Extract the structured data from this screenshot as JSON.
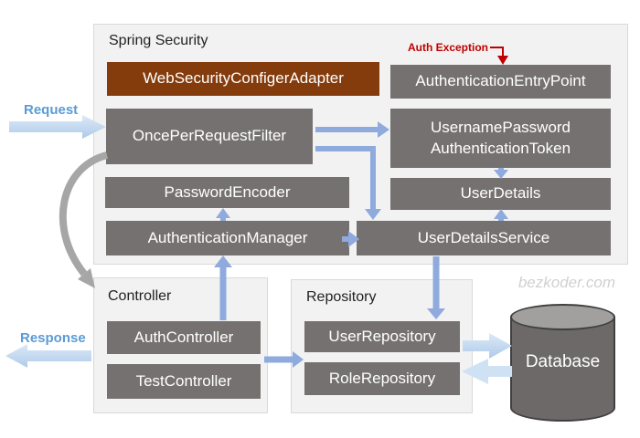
{
  "labels": {
    "request": "Request",
    "response": "Response"
  },
  "spring_security": {
    "title": "Spring Security",
    "auth_exception": "Auth Exception",
    "nodes": {
      "web_security_configer_adapter": "WebSecurityConfigerAdapter",
      "authentication_entry_point": "AuthenticationEntryPoint",
      "once_per_request_filter": "OncePerRequestFilter",
      "username_password_authentication_token": "UsernamePassword\nAuthenticationToken",
      "password_encoder": "PasswordEncoder",
      "user_details": "UserDetails",
      "authentication_manager": "AuthenticationManager",
      "user_details_service": "UserDetailsService"
    }
  },
  "controller": {
    "title": "Controller",
    "nodes": {
      "auth_controller": "AuthController",
      "test_controller": "TestController"
    }
  },
  "repository": {
    "title": "Repository",
    "nodes": {
      "user_repository": "UserRepository",
      "role_repository": "RoleRepository"
    }
  },
  "database": {
    "label": "Database"
  },
  "watermark": "bezkoder.com",
  "colors": {
    "node_gray": "#767171",
    "node_brown": "#843C0C",
    "connector_blue": "#8FAADC",
    "flow_blue_light": "#BDD7EE",
    "flow_label_blue": "#5B9BD5",
    "exception_red": "#C00000",
    "curve_arrow_gray": "#A6A6A6",
    "container_bg": "#F2F2F2",
    "container_border": "#D9D9D9",
    "database_gray": "#6D6969",
    "watermark_gray": "#D2D0D0"
  }
}
